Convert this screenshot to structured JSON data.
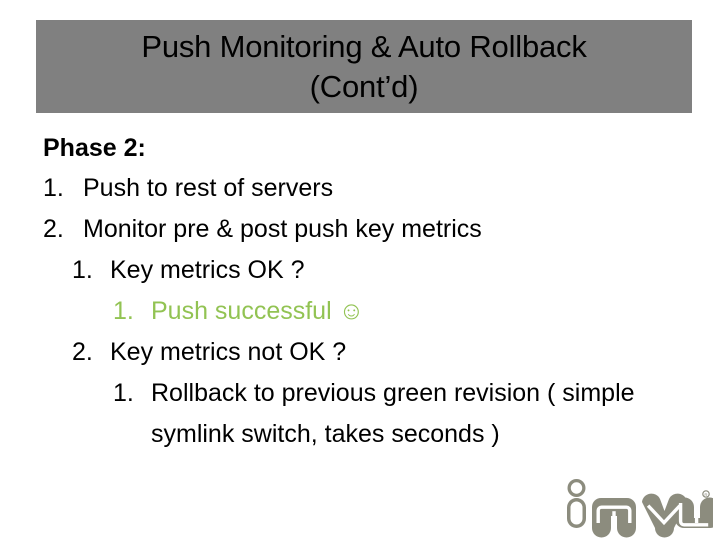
{
  "slide": {
    "title": {
      "line1": "Push Monitoring & Auto Rollback",
      "line2": "(Cont’d)",
      "background_color": "#808080",
      "text_color": "#000000"
    },
    "body": {
      "heading": "Phase 2:",
      "items": [
        {
          "level": 1,
          "marker": "1.",
          "text": "Push to rest of servers",
          "color": "#000000"
        },
        {
          "level": 1,
          "marker": "2.",
          "text": "Monitor pre & post push key metrics",
          "color": "#000000"
        },
        {
          "level": 2,
          "marker": "1.",
          "text": "Key metrics OK ?",
          "color": "#000000"
        },
        {
          "level": 3,
          "marker": "1.",
          "text": "Push successful ",
          "suffix_icon": "☺",
          "color": "#92c353"
        },
        {
          "level": 2,
          "marker": "2.",
          "text": "Key metrics not OK ?",
          "color": "#000000"
        },
        {
          "level": 3,
          "marker": "1.",
          "text": "Rollback to previous green revision ( simple symlink switch, takes seconds )",
          "color": "#000000"
        }
      ]
    },
    "logo": {
      "wordmark": "imvu",
      "trademark": "®",
      "color": "#8c8c7e"
    }
  }
}
